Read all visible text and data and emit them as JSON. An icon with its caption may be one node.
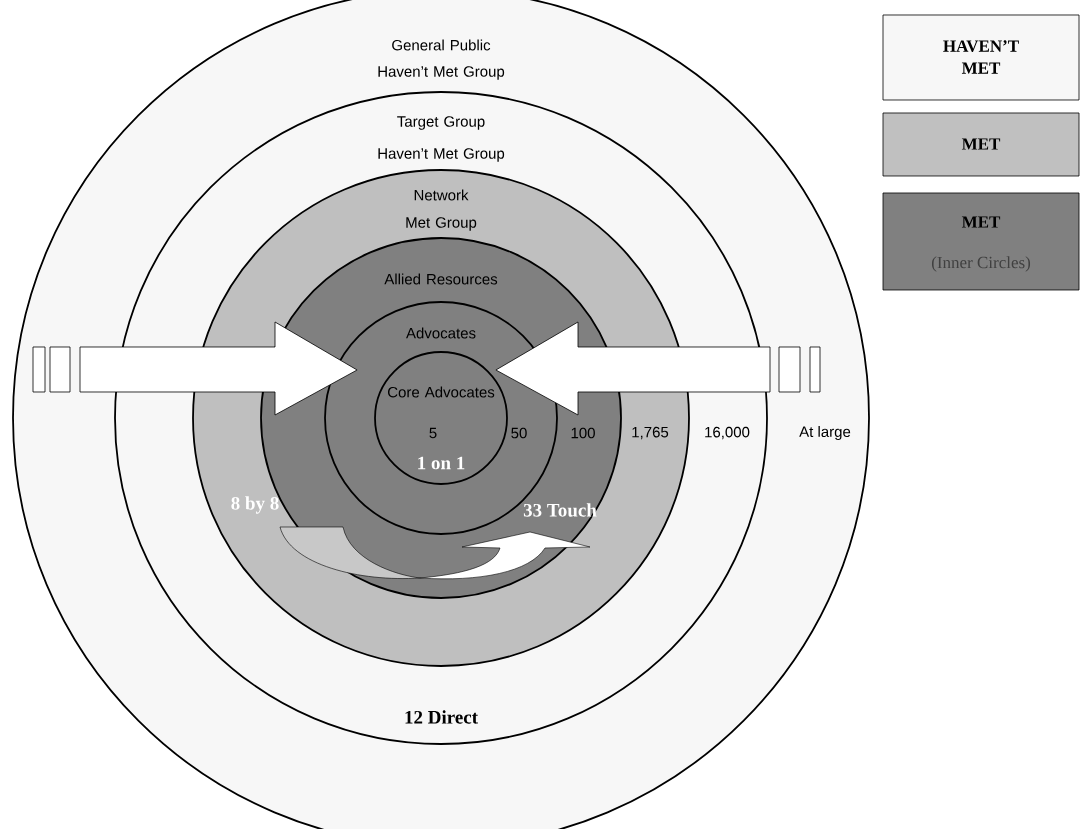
{
  "diagram": {
    "nodes": [
      {
        "text": [
          "General Public",
          "Haven’t Met Group"
        ]
      },
      {
        "text": [
          "Target Group",
          "Haven’t Met Group"
        ],
        "in": 0
      },
      {
        "text": [
          "Network",
          "Met Group"
        ],
        "in": 1
      },
      {
        "text": [
          "Allied Resources"
        ],
        "in": 2
      },
      {
        "text": [
          "Advocates"
        ],
        "in": 3
      },
      {
        "text": [
          "Core Advocates"
        ],
        "in": 4
      }
    ],
    "edges": [
      {
        "from": null,
        "to": 5,
        "arrow": "to"
      },
      {
        "from": null,
        "to": 5,
        "arrow": "to"
      }
    ],
    "labels": [
      "5",
      "50",
      "100",
      "1,765",
      "16,000",
      "At large",
      "1 on 1",
      "8 by 8",
      "33 Touch",
      "12 Direct",
      "(Inner Circles)"
    ],
    "legend": [
      {
        "text": "HAVEN’T MET",
        "color": "#f7f7f7"
      },
      {
        "text": "MET",
        "color": "#c0c0c0"
      },
      {
        "text": "MET",
        "color": "#808080"
      }
    ]
  }
}
